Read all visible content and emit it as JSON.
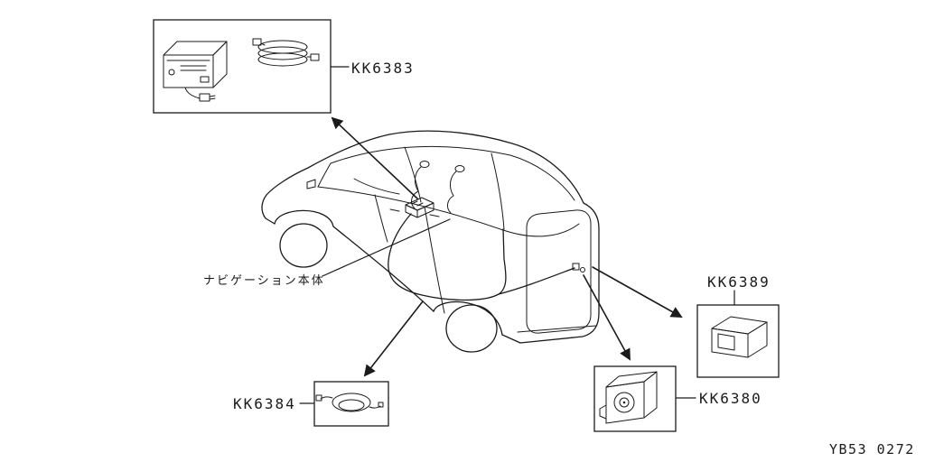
{
  "diagram": {
    "parts": {
      "kk6383": {
        "label": "KK6383"
      },
      "kk6384": {
        "label": "KK6384"
      },
      "kk6380": {
        "label": "KK6380"
      },
      "kk6389": {
        "label": "KK6389"
      }
    },
    "callouts": {
      "nav_body": "ナビゲーション本体"
    },
    "drawing_code": "YB53 0272",
    "colors": {
      "line": "#1b1b1b",
      "background": "#ffffff"
    }
  }
}
